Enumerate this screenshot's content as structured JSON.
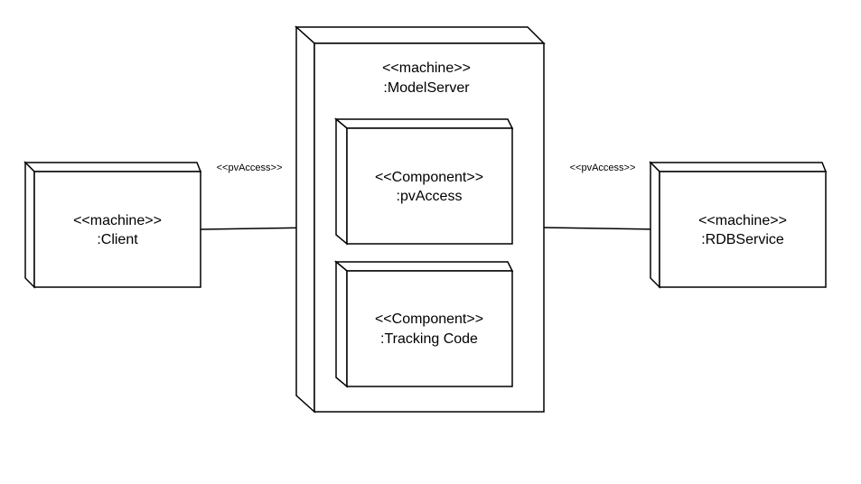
{
  "diagram": {
    "client": {
      "stereotype": "<<machine>>",
      "name": ":Client"
    },
    "model_server": {
      "stereotype": "<<machine>>",
      "name": ":ModelServer",
      "components": [
        {
          "stereotype": "<<Component>>",
          "name": ":pvAccess"
        },
        {
          "stereotype": "<<Component>>",
          "name": ":Tracking Code"
        }
      ]
    },
    "rdb_service": {
      "stereotype": "<<machine>>",
      "name": ":RDBService"
    },
    "connections": [
      {
        "label": "<<pvAccess>>"
      },
      {
        "label": "<<pvAccess>>"
      }
    ]
  }
}
